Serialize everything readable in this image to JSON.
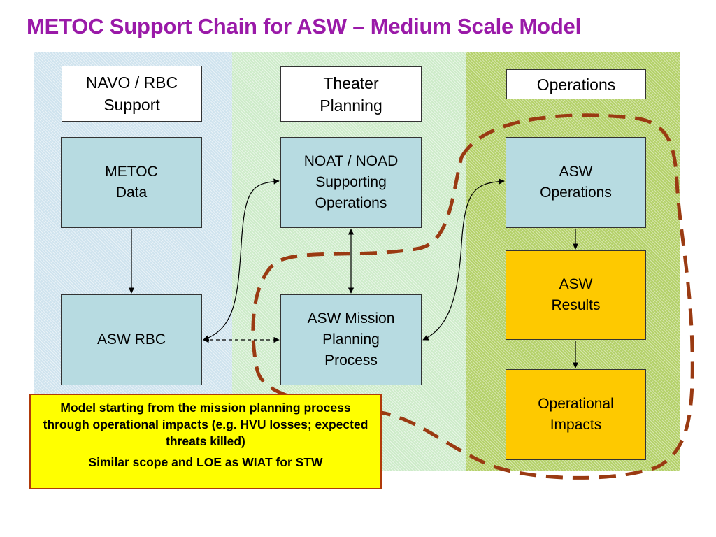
{
  "title": "METOC Support Chain for ASW – Medium Scale Model",
  "columns": [
    {
      "header": "NAVO / RBC\nSupport"
    },
    {
      "header": "Theater\nPlanning"
    },
    {
      "header": "Operations"
    }
  ],
  "boxes": {
    "metoc_data": "METOC\nData",
    "asw_rbc": "ASW RBC",
    "noat_noad": "NOAT / NOAD\nSupporting\nOperations",
    "asw_mission": "ASW Mission\nPlanning\nProcess",
    "asw_operations": "ASW\nOperations",
    "asw_results": "ASW\nResults",
    "operational_impacts": "Operational\nImpacts"
  },
  "note": {
    "line1": "Model starting from the mission planning process through operational impacts (e.g. HVU losses; expected threats killed)",
    "line2": "Similar scope and LOE as WIAT for STW"
  },
  "colors": {
    "title": "#9a1aa8",
    "blue_box": "#b7dbe1",
    "gold_box": "#fec900",
    "note_bg": "#ffff00",
    "dashed_outline": "#9a3a12"
  }
}
